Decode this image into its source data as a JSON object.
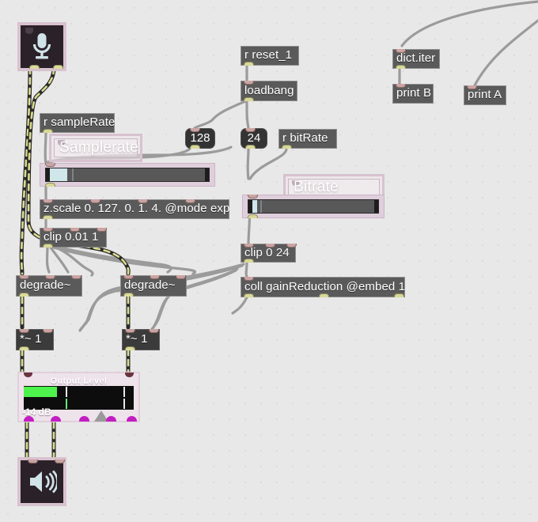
{
  "app": {
    "kind": "max-msp-patcher",
    "canvas_bg": "#e8e8e8",
    "grid_dot_color": "#dcdcdc",
    "signal_cable_color": "#d9dd8a",
    "control_cable_color": "#9b9b9b",
    "accent_pink": "#d8c2cf",
    "meter_green": "#4df24d",
    "nub_magenta": "#c21fc2"
  },
  "devices": {
    "input": {
      "name": "adc-microphone",
      "icon": "microphone-icon"
    },
    "output": {
      "name": "dac-speaker",
      "icon": "speaker-icon"
    }
  },
  "objects": [
    {
      "id": "r_samplerate",
      "text": "r sampleRate"
    },
    {
      "id": "zscale",
      "text": "z.scale 0. 127. 0. 1. 4. @mode exp"
    },
    {
      "id": "clip_001_1",
      "text": "clip 0.01 1"
    },
    {
      "id": "degrade_left",
      "text": "degrade~"
    },
    {
      "id": "degrade_right",
      "text": "degrade~"
    },
    {
      "id": "mult_left",
      "text": "*~ 1"
    },
    {
      "id": "mult_right",
      "text": "*~ 1"
    },
    {
      "id": "r_reset",
      "text": "r reset_1"
    },
    {
      "id": "loadbang",
      "text": "loadbang"
    },
    {
      "id": "r_bitrate",
      "text": "r bitRate"
    },
    {
      "id": "clip_0_24",
      "text": "clip 0 24"
    },
    {
      "id": "coll",
      "text": "coll gainReduction @embed 1"
    },
    {
      "id": "dict_iter",
      "text": "dict.iter"
    },
    {
      "id": "print_b",
      "text": "print B"
    },
    {
      "id": "print_a",
      "text": "print A"
    }
  ],
  "number_boxes": [
    {
      "id": "num_128",
      "value": "128"
    },
    {
      "id": "num_24",
      "value": "24"
    }
  ],
  "comments": [
    {
      "id": "samplerate_label",
      "text": "Samplerate"
    },
    {
      "id": "bitrate_label",
      "text": "Bitrate"
    }
  ],
  "sliders": [
    {
      "id": "samplerate_slider",
      "fill_percent": 13,
      "knob_percent": 16
    },
    {
      "id": "bitrate_slider",
      "fill_percent": 7,
      "knob_percent": 9
    }
  ],
  "meter": {
    "title": "Output Level",
    "readout": "-14 dB",
    "top_bar_percent": 30,
    "tick_percent": 38,
    "right_tick_percent": 91,
    "thumb_percent": 63
  }
}
